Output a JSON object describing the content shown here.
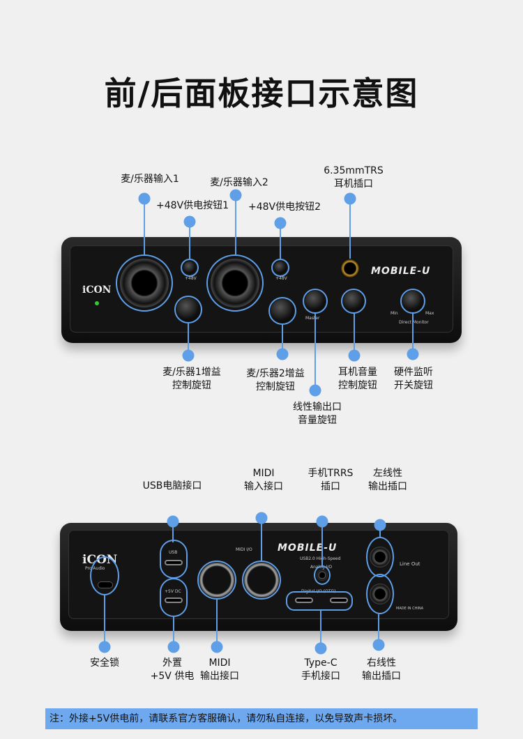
{
  "title": "前/后面板接口示意图",
  "front": {
    "brand": "iCON",
    "model": "MOBILE-U",
    "phantom_label": "+48V",
    "knob_labels": {
      "min": "Min",
      "max": "Max",
      "master": "Master",
      "monitor": "Direct Monitor"
    },
    "callouts": {
      "input1": "麦/乐器输入1",
      "phantom1": "+48V供电按钮1",
      "input2": "麦/乐器输入2",
      "phantom2": "+48V供电按钮2",
      "headphone_l1": "6.35mmTRS",
      "headphone_l2": "耳机插口",
      "gain1_l1": "麦/乐器1增益",
      "gain1_l2": "控制旋钮",
      "gain2_l1": "麦/乐器2增益",
      "gain2_l2": "控制旋钮",
      "master_l1": "线性输出口",
      "master_l2": "音量旋钮",
      "phones_l1": "耳机音量",
      "phones_l2": "控制旋钮",
      "monitor_l1": "硬件监听",
      "monitor_l2": "开关旋钮"
    }
  },
  "back": {
    "brand": "iCON",
    "brand_sub": "Pro Audio",
    "model": "MOBILE-U",
    "usb_speed": "USB2.0 High-Speed",
    "usb_label": "USB",
    "dc_label": "+5V DC",
    "midi_label": "MIDI I/O",
    "analog_label": "Analog I/O",
    "digital_label": "Digital I/O (OTG)",
    "lineout_label": "Line Out",
    "made": "MADE IN CHINA",
    "callouts": {
      "usb": "USB电脑接口",
      "midi_in_l1": "MIDI",
      "midi_in_l2": "输入接口",
      "trrs_l1": "手机TRRS",
      "trrs_l2": "插口",
      "lout_l1": "左线性",
      "lout_l2": "输出插口",
      "lock": "安全锁",
      "dc_l1": "外置",
      "dc_l2": "+5V 供电",
      "midi_out_l1": "MIDI",
      "midi_out_l2": "输出接口",
      "typec_l1": "Type-C",
      "typec_l2": "手机接口",
      "rout_l1": "右线性",
      "rout_l2": "输出插口"
    }
  },
  "note": "注：外接+5V供电前，请联系官方客服确认，请勿私自连接，以免导致声卡损坏。",
  "colors": {
    "accent": "#5f9fe8",
    "note_bg": "#6ea8ee"
  }
}
